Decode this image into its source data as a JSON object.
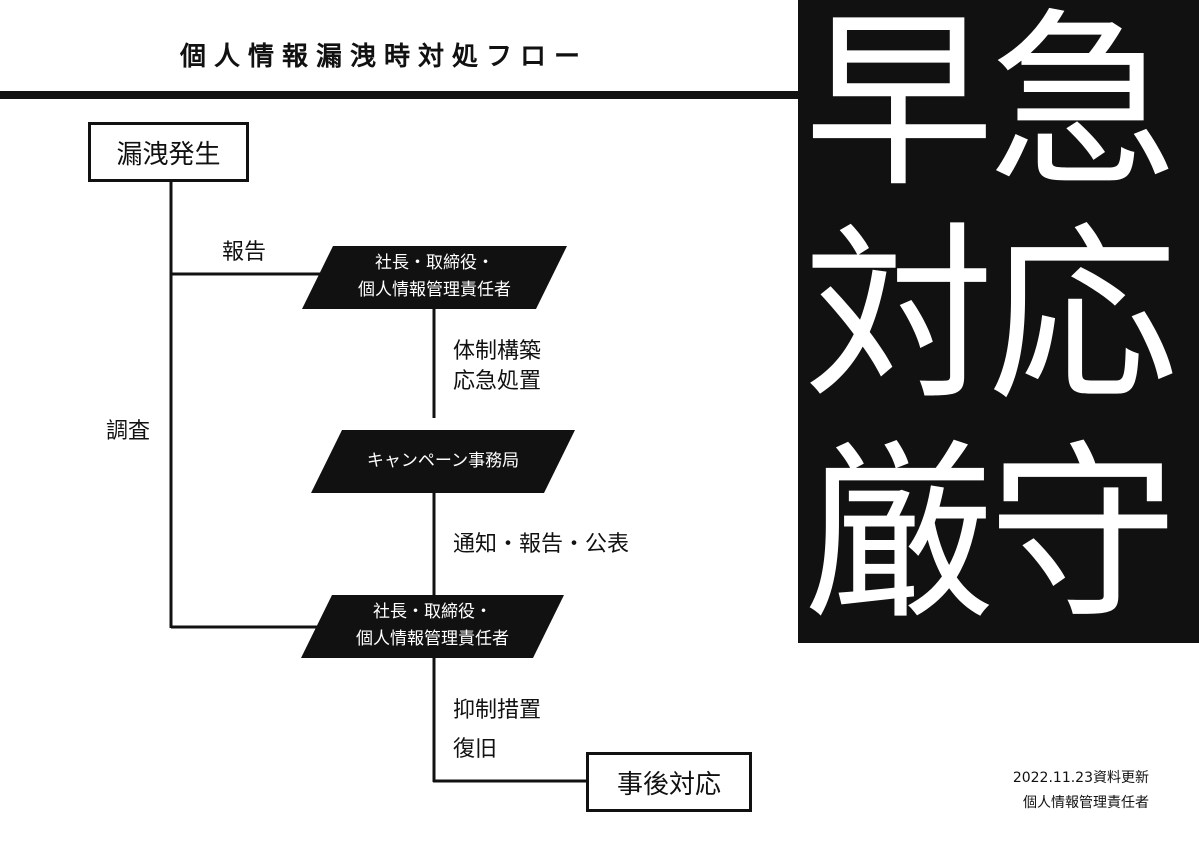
{
  "title": "個人情報漏洩時対処フロー",
  "panel": {
    "line1": "早急",
    "line2": "対応",
    "line3": "厳守"
  },
  "nodes": {
    "start": "漏洩発生",
    "exec1_line1": "社長・取締役・",
    "exec1_line2": "個人情報管理責任者",
    "office": "キャンペーン事務局",
    "exec2_line1": "社長・取締役・",
    "exec2_line2": "個人情報管理責任者",
    "end": "事後対応"
  },
  "labels": {
    "report": "報告",
    "investigate": "調査",
    "setup1": "体制構築",
    "setup2": "応急処置",
    "notify": "通知・報告・公表",
    "suppress": "抑制措置",
    "recover": "復旧"
  },
  "footer": {
    "updated": "2022.11.23資料更新",
    "owner": "個人情報管理責任者"
  },
  "colors": {
    "ink": "#111111",
    "background": "#ffffff"
  }
}
